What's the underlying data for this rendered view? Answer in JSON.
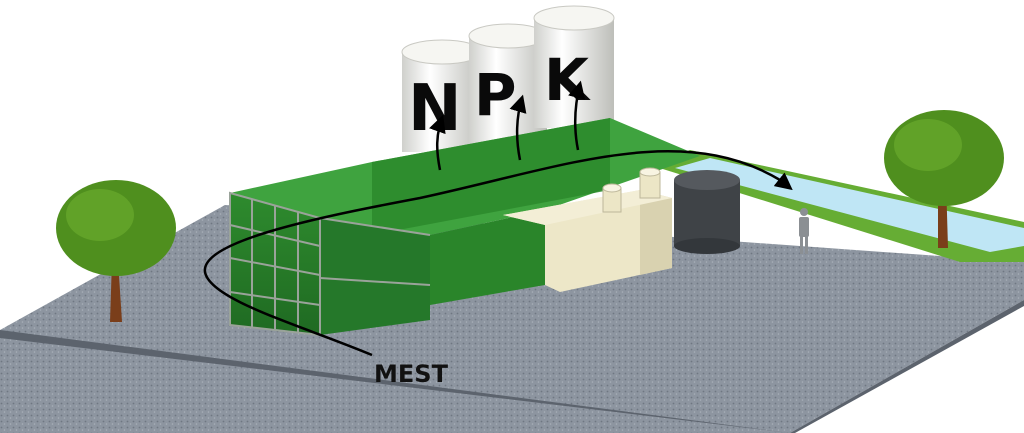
{
  "labels": {
    "tank_letters": [
      "N",
      "P",
      "K"
    ],
    "input": "MEST"
  },
  "colors": {
    "container_green": "#2f8f2f",
    "ground": "#8a929e",
    "grass": "#6fb63a",
    "water": "#bfe6f5",
    "tank": "#f1f1ec",
    "digester": "#3f4347",
    "beige_unit": "#ece6c6",
    "tree_foliage": "#4f8f1e",
    "tree_trunk": "#7a3e1a",
    "arrow": "#000000"
  },
  "icons": [
    "tree-icon",
    "person-icon",
    "arrow-icon"
  ]
}
